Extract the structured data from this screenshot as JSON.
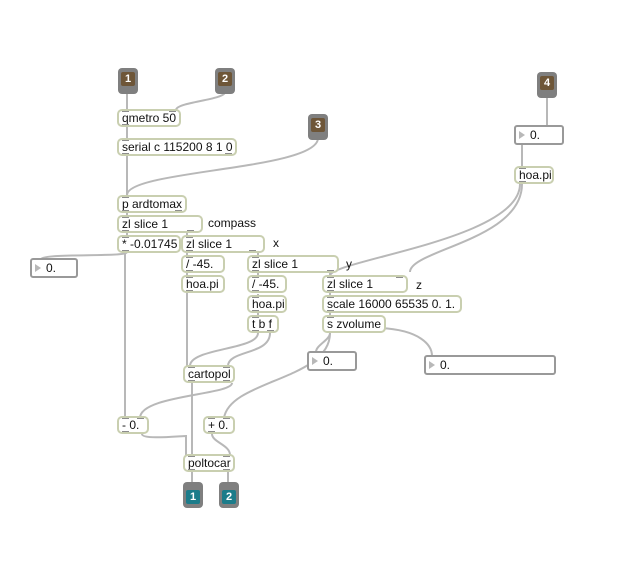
{
  "inlets": [
    "1",
    "2",
    "3",
    "4"
  ],
  "outlets": [
    "1",
    "2"
  ],
  "objects": {
    "qmetro": "qmetro 50",
    "serial": "serial c 115200 8 1 0",
    "ardtomax": "p ardtomax",
    "zl_compass": "zl slice 1",
    "mul": "* -0.01745",
    "zl_x": "zl slice 1",
    "div_x": "/ -45.",
    "zl_y": "zl slice 1",
    "div_y": "/ -45.",
    "zl_z": "zl slice 1",
    "scale": "scale 16000 65535 0. 1.",
    "svolume": "s zvolume",
    "hoa_x": "hoa.pi",
    "hoa_y": "hoa.pi",
    "hoa_4": "hoa.pi",
    "tbf": "t b f",
    "cartopol": "cartopol",
    "minus": "- 0.",
    "plus": "+ 0.",
    "poltocar": "poltocar"
  },
  "comments": {
    "compass": "compass",
    "x": "x",
    "y": "y",
    "z": "z"
  },
  "numboxes": {
    "inlet4_num": "0.",
    "left_num": "0.",
    "svol_num": "0.",
    "right_num": "0."
  },
  "colors": {
    "object_border": "#c9cfb0",
    "wire": "#b8b8b8",
    "inlet_label": "#6e5638",
    "outlet_label": "#1c7c8a"
  }
}
